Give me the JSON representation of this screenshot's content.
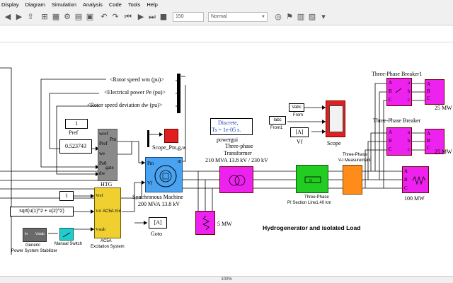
{
  "menu": [
    "Display",
    "Diagram",
    "Simulation",
    "Analysis",
    "Code",
    "Tools",
    "Help"
  ],
  "toolbar": {
    "stop_time": "150",
    "sim_mode": "Normal"
  },
  "blocks": {
    "rotor_speed_label": "<Rotor speed  wm  (pu)>",
    "electrical_power_label": "<Electrical power  Pe (pu)>",
    "rotor_deviation_label": "<Rotor speed deviation  dw (pu)>",
    "pref_value": "1",
    "pref_label": "Pref",
    "const_0523": "0.523743",
    "htg_ports_in": [
      "wref",
      "Pref",
      "we",
      "Pe0",
      "dw"
    ],
    "htg_ports_out": [
      "Pm",
      "gate"
    ],
    "htg_label": "HTG",
    "scope_pm_label": "Scope_Pm,g,w",
    "discrete_line1": "Discrete,",
    "discrete_line2": "Ts = 1e-05 s.",
    "powergui_label": "powergui",
    "transformer_label1": "Three-phase",
    "transformer_label2": "Transformer",
    "transformer_label3": "210 MVA 13.8 kV / 230 kV",
    "sm_port_pm": "Pm",
    "sm_port_vf": "Vf",
    "sm_port_m": "m",
    "sm_label1": "Synchronous Machine",
    "sm_label2": "200 MVA 13.8 kV",
    "vabc": "Vabc",
    "from_label": "From",
    "iabc": "Iabc",
    "from1_label": "From1",
    "vf_tag": "[A]",
    "vf_label": "Vf",
    "scope_label": "Scope",
    "goto_tag": "[A]",
    "goto_label": "Goto",
    "load5_label": "5 MW",
    "pi_label1": "Three-Phase",
    "pi_label2": "PI Section Line1,40 km",
    "vi_label1": "Three-Phase",
    "vi_label2": "V-I Measurement",
    "load100_label": "100 MW",
    "breaker1_label": "Three-Phase Breaker1",
    "breaker_label": "Three-Phase Breaker",
    "load25a_label": "25 MW",
    "load25b_label": "25 MW",
    "exc_ports_in": [
      "Vref",
      "Vd",
      "Vstab"
    ],
    "exc_ports_out": [
      "AC5A",
      "Efd"
    ],
    "exc_label1": "AC5A",
    "exc_label2": "Excitation System",
    "vref_const": "1",
    "sqrt_expr": "sqrt(u(1)^2 + u(2)^2)",
    "pss_label1": "Generic",
    "pss_label2": "Power System Stabilizer",
    "pss_port_in": "In",
    "pss_port_out": "Vstab",
    "switch_label": "Manual Switch",
    "title": "Hydrogenerator and isolated Load",
    "abc": [
      "A",
      "B",
      "C"
    ],
    "breaker_ports": [
      "a",
      "b",
      "c"
    ]
  },
  "status": {
    "zoom": "100%"
  }
}
